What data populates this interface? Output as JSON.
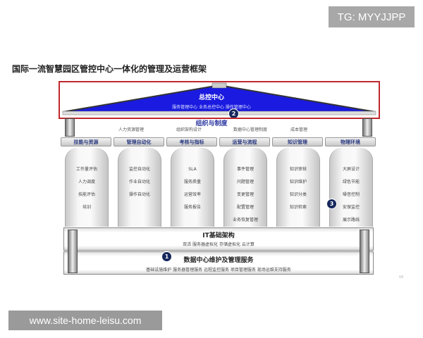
{
  "watermarks": {
    "top": "TG: MYYJJPP",
    "bottom": "www.site-home-leisu.com"
  },
  "title": "国际一流智慧园区管控中心一体化的管理及运营框架",
  "pediment": {
    "title": "总控中心",
    "subtitle": "服务管理中心  业务总控中心  操作管理中心",
    "badge": "2",
    "color": "#1a1ae0"
  },
  "org": {
    "title": "组织与制度",
    "items": [
      "人力资源管理",
      "组织架构设计",
      "数据中心管理制度",
      "成本管理"
    ]
  },
  "columns": [
    {
      "title": "技能与资源",
      "items": [
        "工作量评估",
        "人力调度",
        "技能评估",
        "培训"
      ]
    },
    {
      "title": "管理自动化",
      "items": [
        "监控自动化",
        "作业自动化",
        "操作自动化"
      ]
    },
    {
      "title": "考核与指标",
      "items": [
        "SLA",
        "服务质量",
        "运营效率",
        "服务报告"
      ]
    },
    {
      "title": "运营与流程",
      "items": [
        "事件管理",
        "问题管理",
        "变更管理",
        "配置管理",
        "业务恢复管理"
      ]
    },
    {
      "title": "知识管理",
      "items": [
        "知识审核",
        "知识维护",
        "知识分类",
        "知识检索"
      ]
    },
    {
      "title": "物理环境",
      "items": [
        "大屏设计",
        "绿色节能",
        "噪音控制",
        "安保监控",
        "展示路线"
      ]
    }
  ],
  "column_badge": "3",
  "it": {
    "title": "IT基础架构",
    "subtitle": "双活  服务器虚拟化  存储虚拟化  云计算"
  },
  "dc": {
    "title": "数据中心维护及管理服务",
    "subtitle": "基础设施维护  服务器管理服务  远程监控服务  项目管理服务  现场运维支持服务",
    "badge": "1"
  },
  "page_number": "68"
}
